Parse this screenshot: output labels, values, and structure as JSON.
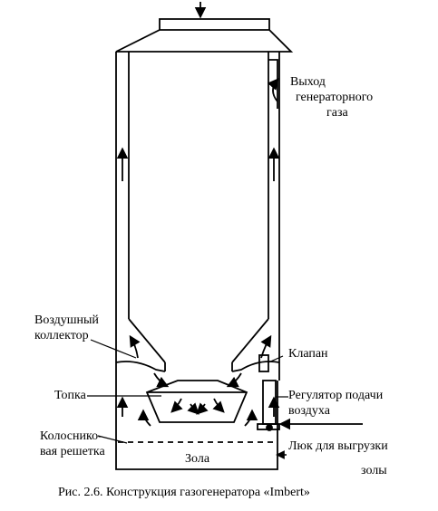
{
  "labels": {
    "gas_outlet": [
      "Выход",
      "генераторного",
      "газа"
    ],
    "air_collector": [
      "Воздушный",
      "коллектор"
    ],
    "valve": "Клапан",
    "firebox": "Топка",
    "air_regulator": [
      "Регулятор подачи",
      "воздуха"
    ],
    "grate": [
      "Колоснико-",
      "вая решетка"
    ],
    "ash_hatch": [
      "Люк для выгрузки",
      "золы"
    ],
    "ash": "Зола"
  },
  "caption": "Рис. 2.6. Конструкция газогенератора «Imbert»"
}
